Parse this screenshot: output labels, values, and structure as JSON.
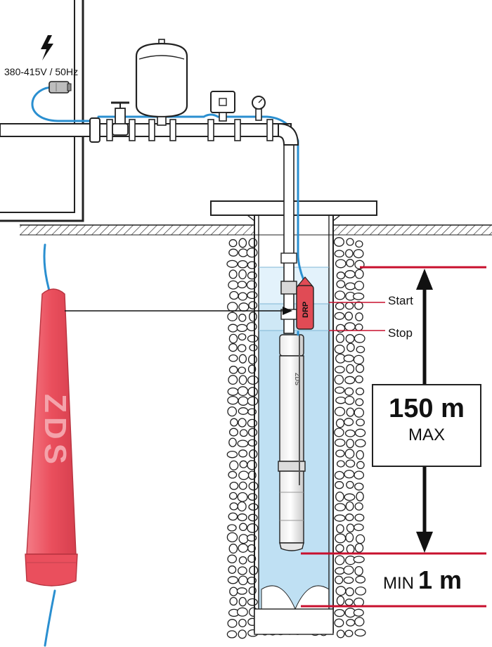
{
  "labels": {
    "voltage": "380-415V / 50Hz",
    "start": "Start",
    "stop": "Stop",
    "max_depth_value": "150 m",
    "max_depth_caption": "MAX",
    "min_caption": "MIN",
    "min_value": "1 m",
    "sensor_brand": "DRP",
    "pump_brand": "ZDS",
    "float_brand": "ZDS"
  },
  "colors": {
    "marker_red": "#c8102e",
    "cable_blue": "#2a8fd0",
    "water": "#cfe8f6",
    "water_deep": "#bfe0f3",
    "sensor_red": "#e04b55",
    "float_red": "#ea4f5d"
  },
  "icons": [
    "lightning-icon",
    "plug-icon",
    "pressure-gauge-icon",
    "valve-icon"
  ]
}
